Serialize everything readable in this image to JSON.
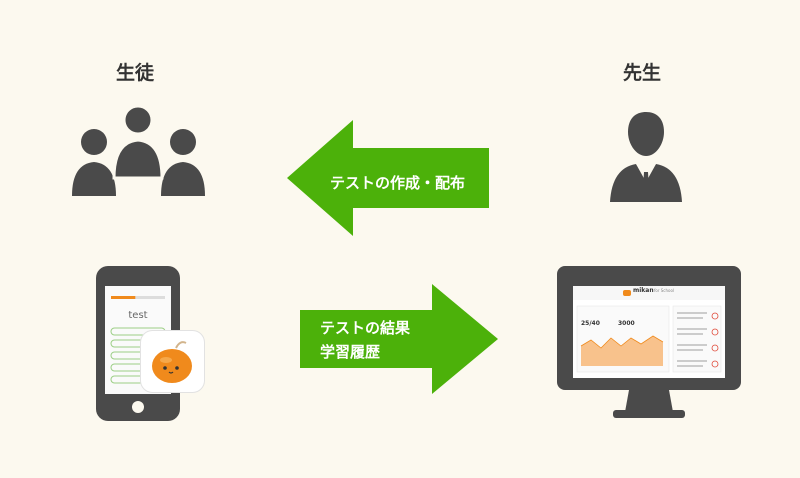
{
  "roles": {
    "students_label": "生徒",
    "teacher_label": "先生"
  },
  "arrows": {
    "to_students": "テストの作成・配布",
    "to_teacher_line1": "テストの結果",
    "to_teacher_line2": "学習履歴"
  },
  "phone": {
    "screen_title": "test",
    "progress": 0.45
  },
  "dashboard": {
    "brand": "mikan",
    "brand_sub": "for School",
    "stat1": "25/40",
    "stat2": "3000"
  },
  "colors": {
    "arrow_green": "#4cb10a",
    "icon_gray": "#4a4a4a",
    "accent_orange": "#f08a1c",
    "background": "#fcf9ef"
  }
}
